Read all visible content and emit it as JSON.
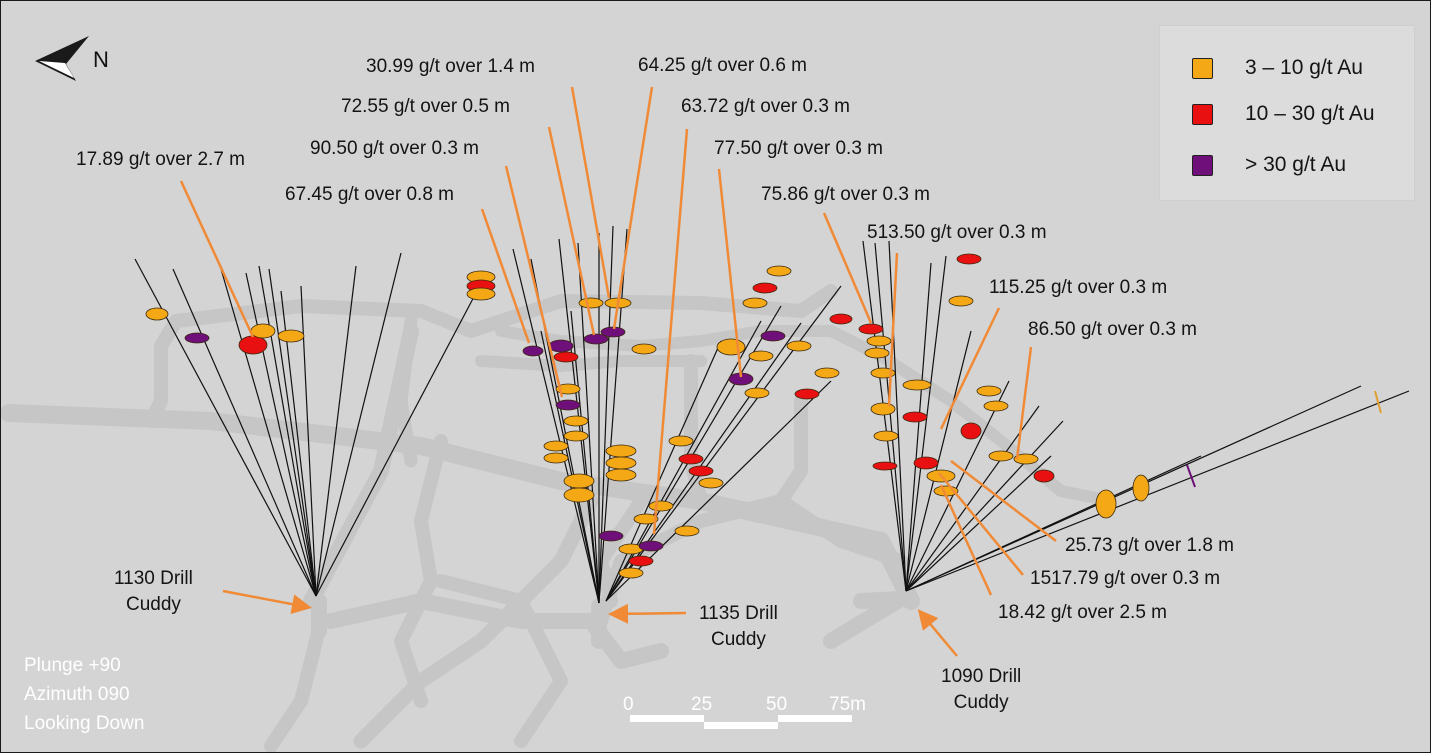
{
  "legend": {
    "items": [
      {
        "label": "3 – 10 g/t Au",
        "color": "#f5a816"
      },
      {
        "label": "10 – 30 g/t Au",
        "color": "#e81010"
      },
      {
        "label": "> 30 g/t Au",
        "color": "#6e0f7a"
      }
    ]
  },
  "north": {
    "letter": "N",
    "icon": "north-arrow-icon"
  },
  "view": {
    "line1": "Plunge +90",
    "line2": "Azimuth 090",
    "line3": "Looking Down"
  },
  "scale_bar": {
    "ticks": [
      "0",
      "25",
      "50",
      "75m"
    ]
  },
  "cuddies": [
    {
      "line1": "1130 Drill",
      "line2": "Cuddy"
    },
    {
      "line1": "1135 Drill",
      "line2": "Cuddy"
    },
    {
      "line1": "1090 Drill",
      "line2": "Cuddy"
    }
  ],
  "intercepts": [
    "17.89 g/t over 2.7 m",
    "67.45 g/t over 0.8 m",
    "90.50 g/t over 0.3 m",
    "72.55 g/t over 0.5 m",
    "30.99 g/t over 1.4 m",
    "64.25 g/t over 0.6 m",
    "63.72 g/t over 0.3 m",
    "77.50 g/t over 0.3 m",
    "75.86 g/t over 0.3 m",
    "513.50 g/t over 0.3 m",
    "115.25 g/t over 0.3 m",
    "86.50 g/t over 0.3 m",
    "25.73 g/t over 1.8 m",
    "1517.79 g/t over 0.3 m",
    "18.42 g/t over 2.5 m"
  ],
  "colors": {
    "background": "#d4d4d4",
    "drift": "#c5c5c5",
    "leader": "#f08a36",
    "drillhole": "#111111"
  }
}
